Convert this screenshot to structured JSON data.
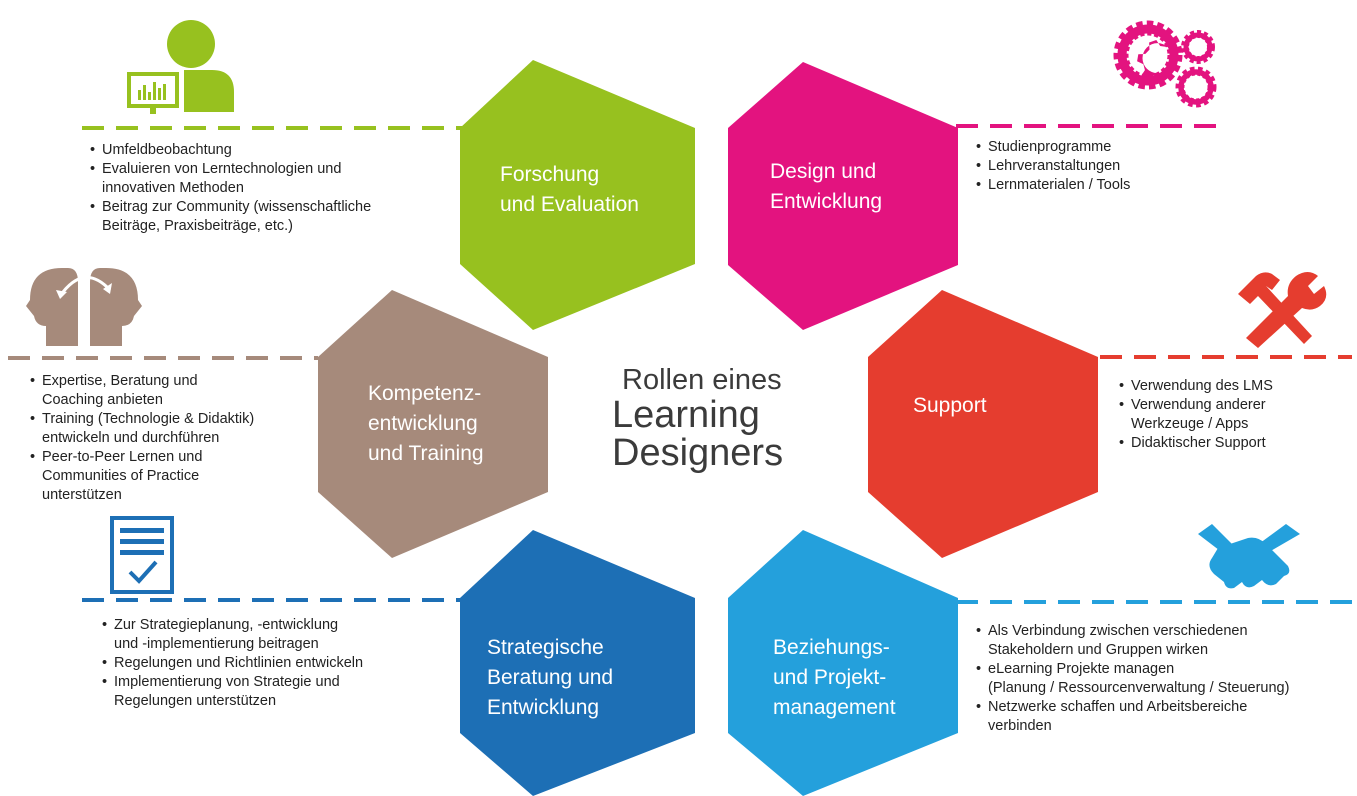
{
  "title": {
    "line1": "Rollen eines",
    "line2": "Learning",
    "line3": "Designers"
  },
  "colors": {
    "green": "#97c11f",
    "magenta": "#e3137f",
    "brown": "#a68a7b",
    "red": "#e53d2f",
    "blue": "#1d6fb5",
    "lightblue": "#24a0dc"
  },
  "roles": {
    "research": {
      "label": "Forschung\nund Evaluation",
      "icon": "person-with-chart-icon",
      "items": [
        "Umfeldbeobachtung",
        "Evaluieren von Lerntechnologien und\ninnovativen Methoden",
        "Beitrag zur Community (wissenschaftliche\nBeiträge, Praxisbeiträge, etc.)"
      ]
    },
    "design": {
      "label": "Design und\nEntwicklung",
      "icon": "gears-icon",
      "items": [
        "Studienprogramme",
        "Lehrveranstaltungen",
        "Lernmaterialen / Tools"
      ]
    },
    "competence": {
      "label": "Kompetenz-\nentwicklung\nund Training",
      "icon": "heads-exchange-icon",
      "items": [
        "Expertise, Beratung und\nCoaching anbieten",
        "Training (Technologie & Didaktik)\nentwickeln und durchführen",
        "Peer-to-Peer Lernen und\nCommunities of Practice\nunterstützen"
      ]
    },
    "support": {
      "label": "Support",
      "icon": "hammer-wrench-icon",
      "items": [
        "Verwendung des LMS",
        "Verwendung anderer\nWerkzeuge / Apps",
        "Didaktischer Support"
      ]
    },
    "strategy": {
      "label": "Strategische\nBeratung und\nEntwicklung",
      "icon": "checklist-document-icon",
      "items": [
        "Zur Strategieplanung,  -entwicklung\nund -implementierung beitragen",
        "Regelungen und Richtlinien entwickeln",
        "Implementierung von Strategie und\nRegelungen unterstützen"
      ]
    },
    "relations": {
      "label": "Beziehungs-\nund Projekt-\nmanagement",
      "icon": "handshake-icon",
      "items": [
        "Als Verbindung zwischen verschiedenen\nStakeholdern und Gruppen wirken",
        "eLearning Projekte managen\n(Planung / Ressourcenverwaltung / Steuerung)",
        "Netzwerke schaffen und Arbeitsbereiche\nverbinden"
      ]
    }
  }
}
